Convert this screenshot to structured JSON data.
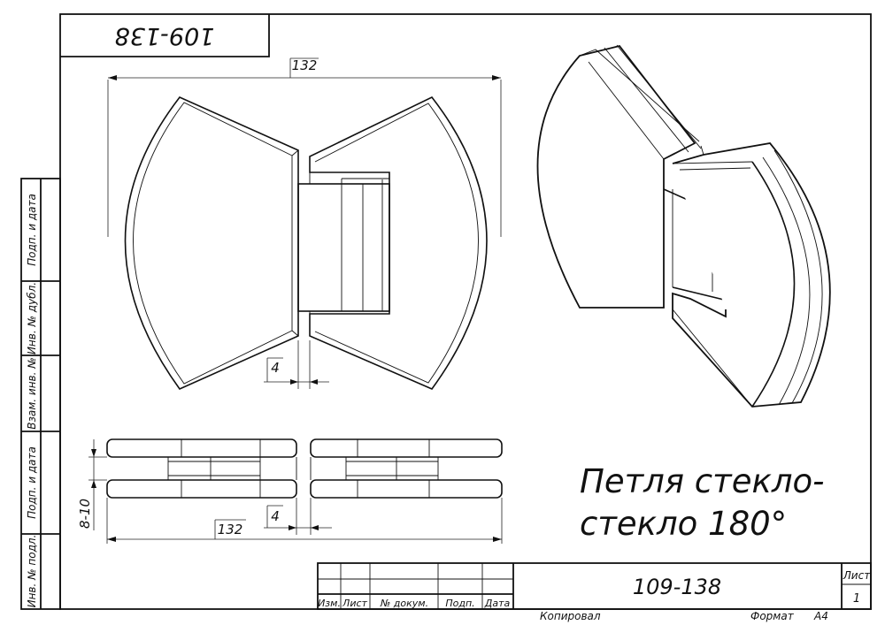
{
  "stamp_top": "109-138",
  "side_labels": [
    "Подп. и дата",
    "Инв. № дубл.",
    "Взам. инв. №",
    "Подп. и дата",
    "Инв. № подл."
  ],
  "dimensions": {
    "front_width": "132",
    "front_gap": "4",
    "side_width": "132",
    "side_gap": "4",
    "side_thickness": "8-10"
  },
  "product_title_line1": "Петля стекло-",
  "product_title_line2": "стекло 180°",
  "title_block": {
    "designation": "109-138",
    "columns": [
      "Изм.",
      "Лист",
      "№ докум.",
      "Подп.",
      "Дата"
    ],
    "sheet_label": "Лист",
    "sheet_number": "1"
  },
  "footer": {
    "copied": "Копировал",
    "format_label": "Формат",
    "format_value": "A4"
  }
}
